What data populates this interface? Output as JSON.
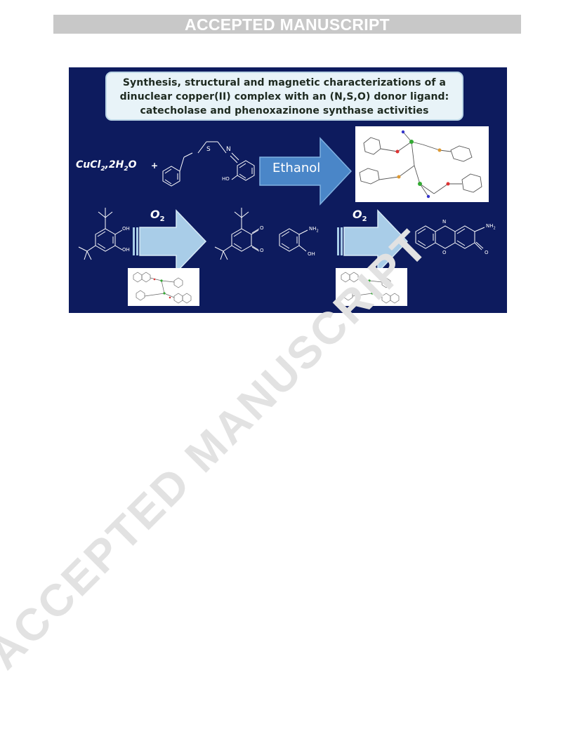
{
  "banner": {
    "text": "ACCEPTED MANUSCRIPT"
  },
  "graphical_abstract": {
    "title_lines": [
      "Synthesis, structural and magnetic characterizations of a",
      "dinuclear copper(II) complex with an (N,S,O) donor ligand:",
      "catecholase and phenoxazinone synthase activities"
    ],
    "reagent": {
      "prefix": "CuCl",
      "sub1": "2",
      "mid": ",2H",
      "sub2": "2",
      "suffix": "O"
    },
    "plus": "+",
    "arrow_label": "Ethanol",
    "o2_left": {
      "base": "O",
      "sub": "2"
    },
    "o2_right": {
      "base": "O",
      "sub": "2"
    },
    "atom_labels": {
      "oh": "OH",
      "ho": "HO",
      "nh2_base": "NH",
      "nh2_sub": "2",
      "o": "O",
      "n": "N",
      "s": "S"
    },
    "colors": {
      "background": "#0d1b5e",
      "arrow_ethanol": "#4a86c8",
      "arrow_o2": "#a9cde8",
      "title_box": "#e8f3f8"
    }
  },
  "watermark": {
    "text": "ACCEPTED MANUSCRIPT"
  }
}
